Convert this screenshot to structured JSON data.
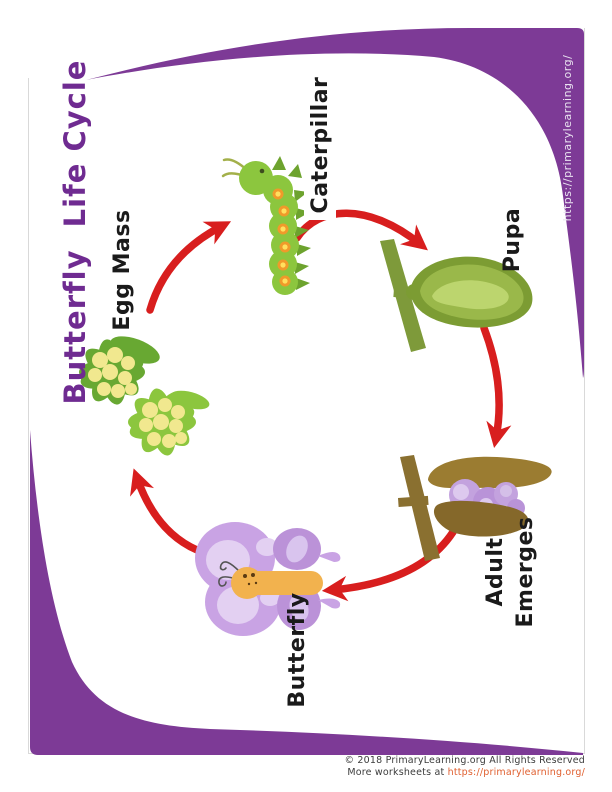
{
  "title": {
    "text": "Butterfly  Life Cycle"
  },
  "side_url": {
    "text": "https://primarylearning.org/"
  },
  "stages": [
    {
      "id": "egg-mass",
      "label": "Egg Mass"
    },
    {
      "id": "caterpillar",
      "label": "Caterpillar"
    },
    {
      "id": "pupa",
      "label": "Pupa"
    },
    {
      "id": "adult-emerges",
      "label": "Adult Emerges",
      "lines": [
        "Adult",
        "Emerges"
      ]
    },
    {
      "id": "butterfly",
      "label": "Butterfly"
    }
  ],
  "cycle_arrows": [
    {
      "from": "Egg Mass",
      "to": "Caterpillar"
    },
    {
      "from": "Caterpillar",
      "to": "Pupa"
    },
    {
      "from": "Pupa",
      "to": "Adult Emerges"
    },
    {
      "from": "Adult Emerges",
      "to": "Butterfly"
    },
    {
      "from": "Butterfly",
      "to": "Egg Mass"
    }
  ],
  "footer": {
    "copyright": "© 2018 PrimaryLearning.org All Rights Reserved",
    "more_text": "More worksheets at ",
    "link": "https://primarylearning.org/"
  },
  "colors": {
    "frame_purple": "#7d3a96",
    "title_purple": "#6f2b91",
    "arrow_red": "#d81e1e",
    "label_black": "#1a1a1a",
    "link_orange": "#e06030",
    "caterpillar_green": "#8cc63e",
    "pupa_green": "#7c9c33",
    "chrysalis_brown": "#9b7c31",
    "butterfly_purple": "#c9a3e4",
    "butterfly_body_orange": "#f2b24e",
    "egg_yellow": "#f1e88f"
  }
}
